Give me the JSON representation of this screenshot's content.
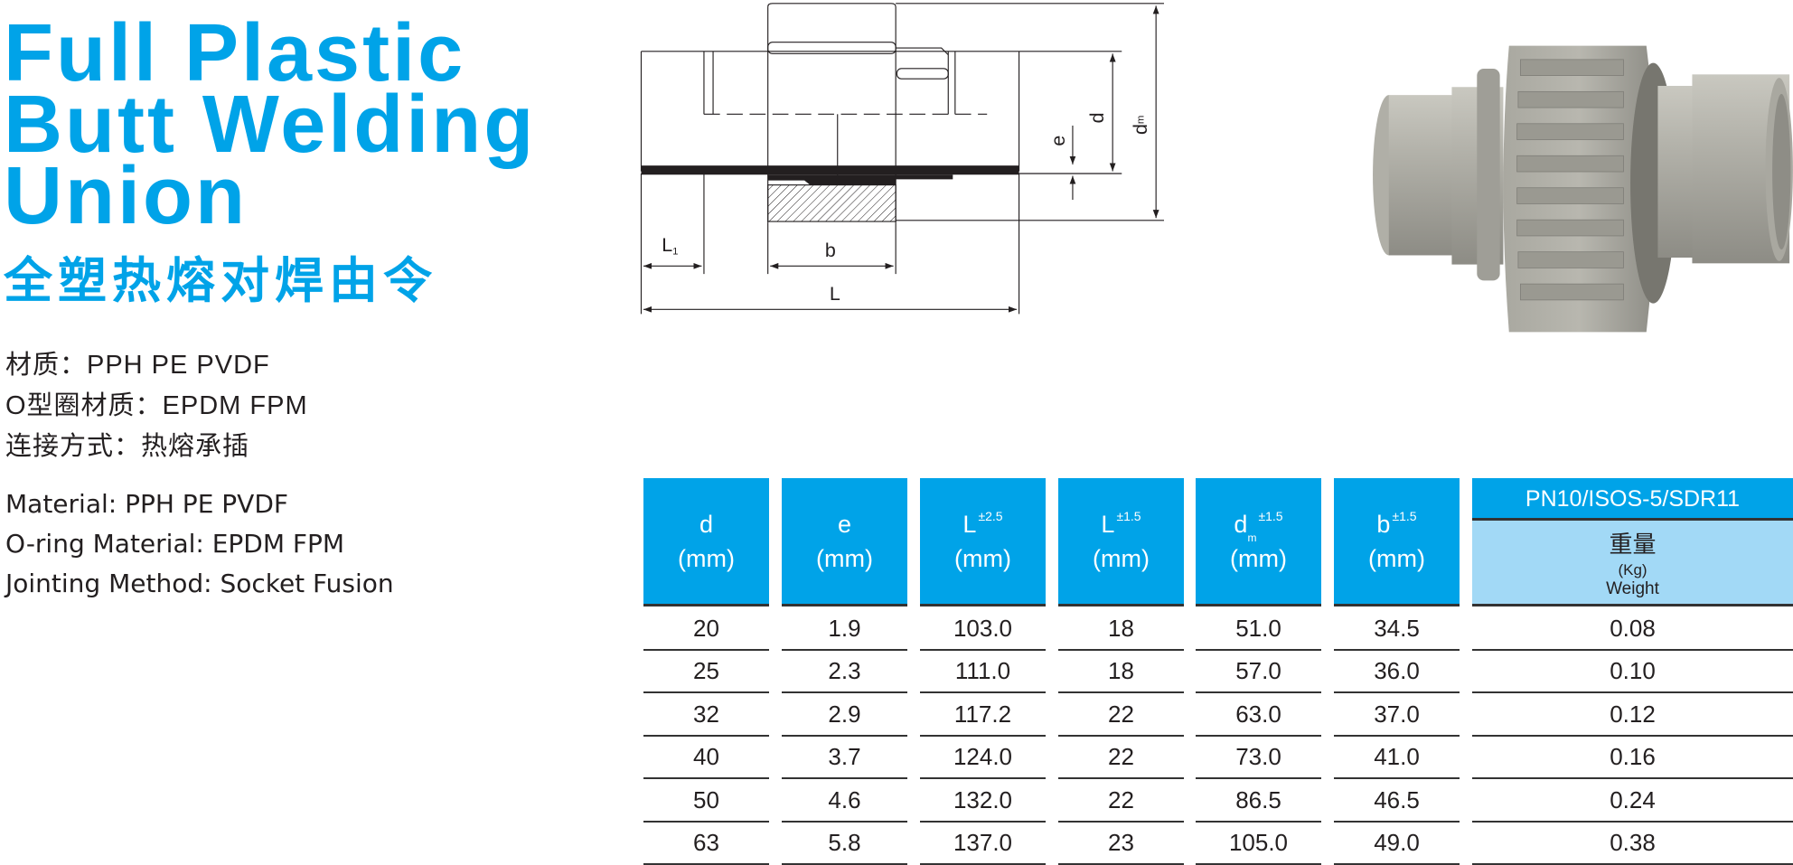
{
  "title": {
    "lines": [
      "Full Plastic",
      "Butt Welding",
      "Union"
    ],
    "chinese": "全塑热熔对焊由令"
  },
  "specs_cn": [
    "材质：PPH PE PVDF",
    "O型圈材质：EPDM FPM",
    "连接方式：热熔承插"
  ],
  "specs_en": [
    "Material: PPH  PE  PVDF",
    "O-ring Material: EPDM  FPM",
    "Jointing Method: Socket Fusion"
  ],
  "diagram": {
    "labels": {
      "L1": "L",
      "L1_sub": "1",
      "b": "b",
      "L": "L",
      "d": "d",
      "e": "e",
      "dm": "d",
      "dm_sub": "m"
    }
  },
  "colors": {
    "accent": "#00a3e8",
    "light_accent": "#a2d9f6",
    "text": "#231f20"
  },
  "table": {
    "headers": [
      {
        "sym": "d",
        "tol": "",
        "sub": "",
        "unit": "(mm)"
      },
      {
        "sym": "e",
        "tol": "",
        "sub": "",
        "unit": "(mm)"
      },
      {
        "sym": "L",
        "tol": "±2.5",
        "sub": "",
        "unit": "(mm)"
      },
      {
        "sym": "L",
        "tol": "±1.5",
        "sub": "",
        "unit": "(mm)"
      },
      {
        "sym": "d",
        "tol": "±1.5",
        "sub": "m",
        "unit": "(mm)"
      },
      {
        "sym": "b",
        "tol": "±1.5",
        "sub": "",
        "unit": "(mm)"
      }
    ],
    "pn_header": "PN10/ISOS-5/SDR11",
    "weight_cn": "重量",
    "weight_unit": "(Kg)",
    "weight_en": "Weight",
    "rows": [
      [
        "20",
        "1.9",
        "103.0",
        "18",
        "51.0",
        "34.5",
        "0.08"
      ],
      [
        "25",
        "2.3",
        "111.0",
        "18",
        "57.0",
        "36.0",
        "0.10"
      ],
      [
        "32",
        "2.9",
        "117.2",
        "22",
        "63.0",
        "37.0",
        "0.12"
      ],
      [
        "40",
        "3.7",
        "124.0",
        "22",
        "73.0",
        "41.0",
        "0.16"
      ],
      [
        "50",
        "4.6",
        "132.0",
        "22",
        "86.5",
        "46.5",
        "0.24"
      ],
      [
        "63",
        "5.8",
        "137.0",
        "23",
        "105.0",
        "49.0",
        "0.38"
      ]
    ]
  }
}
